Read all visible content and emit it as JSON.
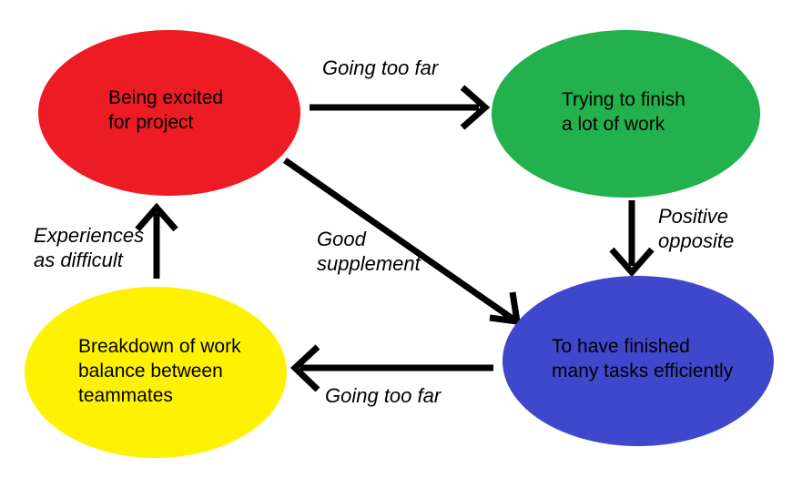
{
  "diagram": {
    "background_color": "#ffffff",
    "text_color": "#000000",
    "arrow_color": "#000000",
    "nodes": [
      {
        "id": "being-excited",
        "shape": "ellipse",
        "color": "#ED1C24",
        "lines": [
          "Being excited",
          "for project"
        ]
      },
      {
        "id": "trying-to-finish",
        "shape": "ellipse",
        "color": "#22B14C",
        "lines": [
          "Trying to finish",
          "a lot of work"
        ]
      },
      {
        "id": "finished-many-tasks",
        "shape": "ellipse",
        "color": "#3F48CC",
        "lines": [
          "To have finished",
          "many tasks efficiently"
        ]
      },
      {
        "id": "breakdown-of-work",
        "shape": "ellipse",
        "color": "#FFF200",
        "lines": [
          "Breakdown of work",
          "balance between",
          "teammates"
        ]
      }
    ],
    "edges": [
      {
        "from": "being-excited",
        "to": "trying-to-finish",
        "direction": "right",
        "lines": [
          "Going too far"
        ]
      },
      {
        "from": "trying-to-finish",
        "to": "finished-many-tasks",
        "direction": "down",
        "lines": [
          "Positive",
          "opposite"
        ]
      },
      {
        "from": "being-excited",
        "to": "finished-many-tasks",
        "direction": "diagonal-down-right",
        "lines": [
          "Good",
          "supplement"
        ]
      },
      {
        "from": "finished-many-tasks",
        "to": "breakdown-of-work",
        "direction": "left",
        "lines": [
          "Going too far"
        ]
      },
      {
        "from": "breakdown-of-work",
        "to": "being-excited",
        "direction": "up",
        "lines": [
          "Experiences",
          "as difficult"
        ]
      }
    ]
  }
}
